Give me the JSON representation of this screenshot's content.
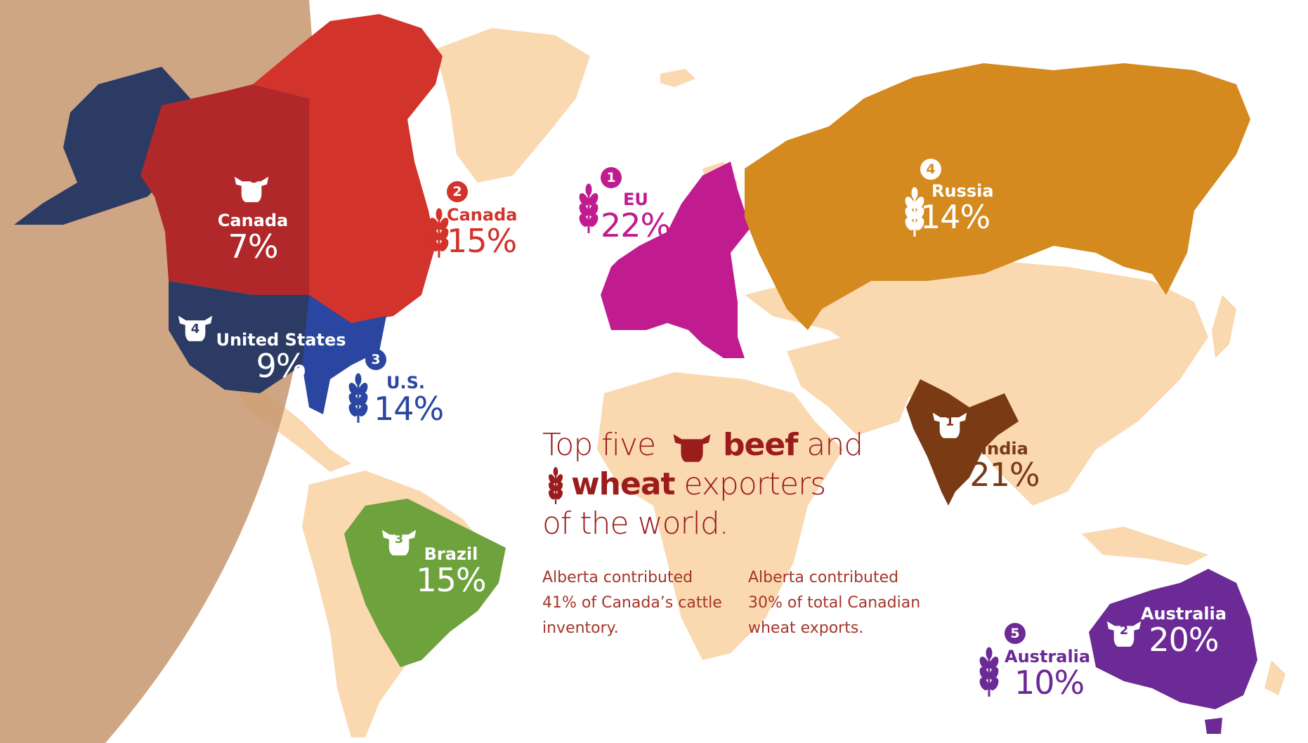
{
  "colors": {
    "background": "#ffffff",
    "land": "#fad8b0",
    "overlay": "#c89a72",
    "canada_beef": "#b0282a",
    "canada_wheat": "#d2332b",
    "us_beef": "#2c3b64",
    "us_wheat": "#2a46a0",
    "eu": "#c01c8f",
    "russia": "#d48a1e",
    "india": "#7a3a14",
    "brazil": "#6ea23c",
    "australia": "#6c2a96",
    "title": "#9b1c1c"
  },
  "title": {
    "line1_a": "Top five",
    "line1_b": "beef",
    "line1_c": "and",
    "line2_a": "wheat",
    "line2_b": "exporters",
    "line3": "of the world."
  },
  "notes": {
    "beef": "Alberta contributed 41% of Canada’s cattle inventory.",
    "wheat": "Alberta contributed 30% of total Canadian wheat exports."
  },
  "beef_exporters": [
    {
      "rank": "1",
      "country": "India",
      "share": "21%",
      "icon": "cow-icon"
    },
    {
      "rank": "2",
      "country": "Australia",
      "share": "20%",
      "icon": "cow-icon"
    },
    {
      "rank": "3",
      "country": "Brazil",
      "share": "15%",
      "icon": "cow-icon"
    },
    {
      "rank": "4",
      "country": "United States",
      "share": "9%",
      "icon": "cow-icon"
    },
    {
      "rank": "5",
      "country": "Canada",
      "share": "7%",
      "icon": "cow-icon"
    }
  ],
  "wheat_exporters": [
    {
      "rank": "1",
      "country": "EU",
      "share": "22%",
      "icon": "wheat-icon"
    },
    {
      "rank": "2",
      "country": "Canada",
      "share": "15%",
      "icon": "wheat-icon"
    },
    {
      "rank": "3",
      "country": "U.S.",
      "share": "14%",
      "icon": "wheat-icon"
    },
    {
      "rank": "4",
      "country": "Russia",
      "share": "14%",
      "icon": "wheat-icon"
    },
    {
      "rank": "5",
      "country": "Australia",
      "share": "10%",
      "icon": "wheat-icon"
    }
  ]
}
